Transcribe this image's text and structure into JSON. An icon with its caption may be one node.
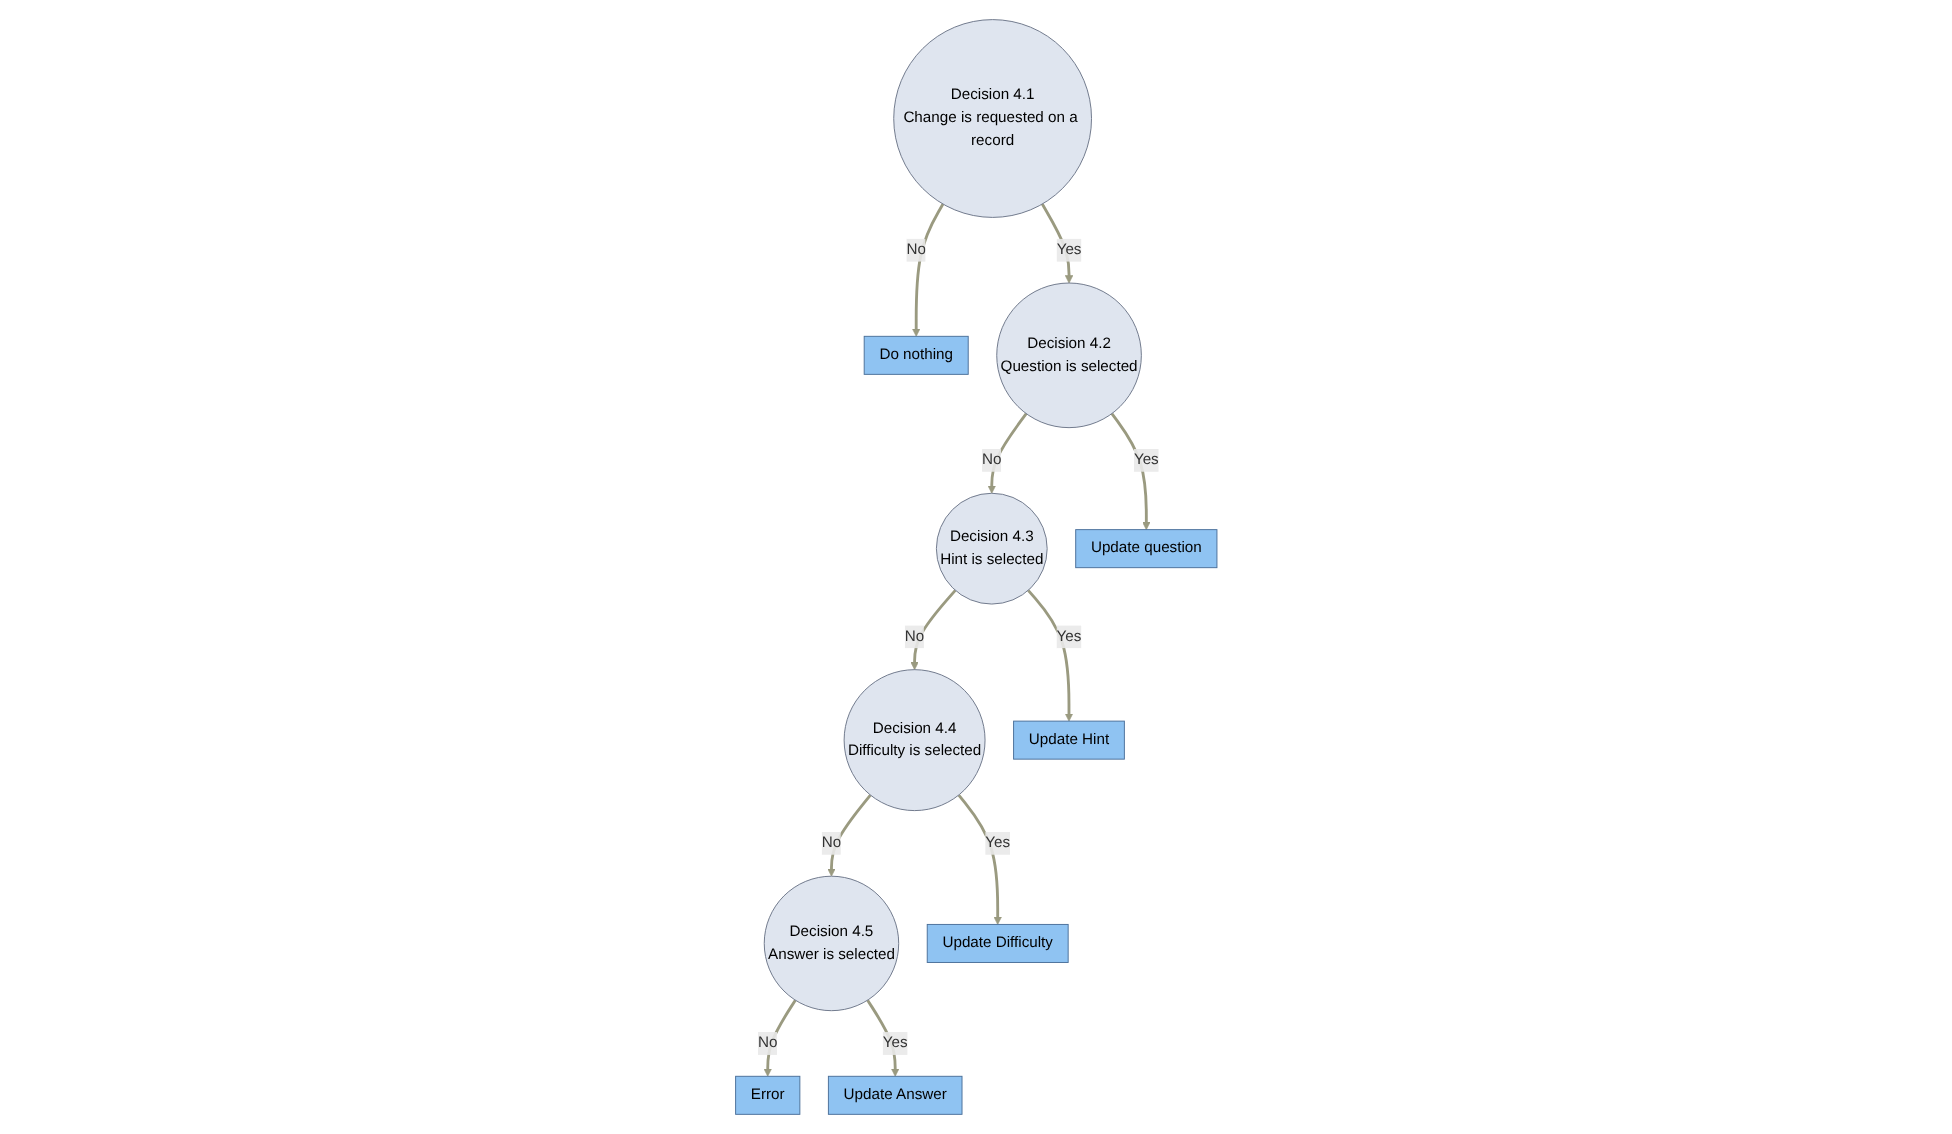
{
  "diagram": {
    "nodes": [
      {
        "text": [
          "Decision 4.1",
          "Change is requested on a record"
        ]
      },
      {
        "text": [
          "Do nothing"
        ]
      },
      {
        "text": [
          "Decision 4.2",
          "Question is selected"
        ]
      },
      {
        "text": [
          "Decision 4.3",
          "Hint is selected"
        ]
      },
      {
        "text": [
          "Decision 4.4",
          "Difficulty is selected"
        ]
      },
      {
        "text": [
          "Decision 4.5",
          "Answer is selected"
        ]
      },
      {
        "text": [
          "Error"
        ]
      },
      {
        "text": [
          "Update question"
        ]
      },
      {
        "text": [
          "Update Hint"
        ]
      },
      {
        "text": [
          "Update Difficulty"
        ]
      },
      {
        "text": [
          "Update Answer"
        ]
      }
    ],
    "edges": [
      {
        "from": 0,
        "to": 1,
        "arrow": "to",
        "label": "No"
      },
      {
        "from": 0,
        "to": 2,
        "arrow": "to",
        "label": "Yes"
      },
      {
        "from": 2,
        "to": 3,
        "arrow": "to",
        "label": "No"
      },
      {
        "from": 3,
        "to": 4,
        "arrow": "to",
        "label": "No"
      },
      {
        "from": 4,
        "to": 5,
        "arrow": "to",
        "label": "No"
      },
      {
        "from": 5,
        "to": 6,
        "arrow": "to",
        "label": "No"
      },
      {
        "from": 2,
        "to": 7,
        "arrow": "to",
        "label": "Yes"
      },
      {
        "from": 3,
        "to": 8,
        "arrow": "to",
        "label": "Yes"
      },
      {
        "from": 4,
        "to": 9,
        "arrow": "to",
        "label": "Yes"
      },
      {
        "from": 5,
        "to": 10,
        "arrow": "to",
        "label": "Yes"
      }
    ]
  }
}
